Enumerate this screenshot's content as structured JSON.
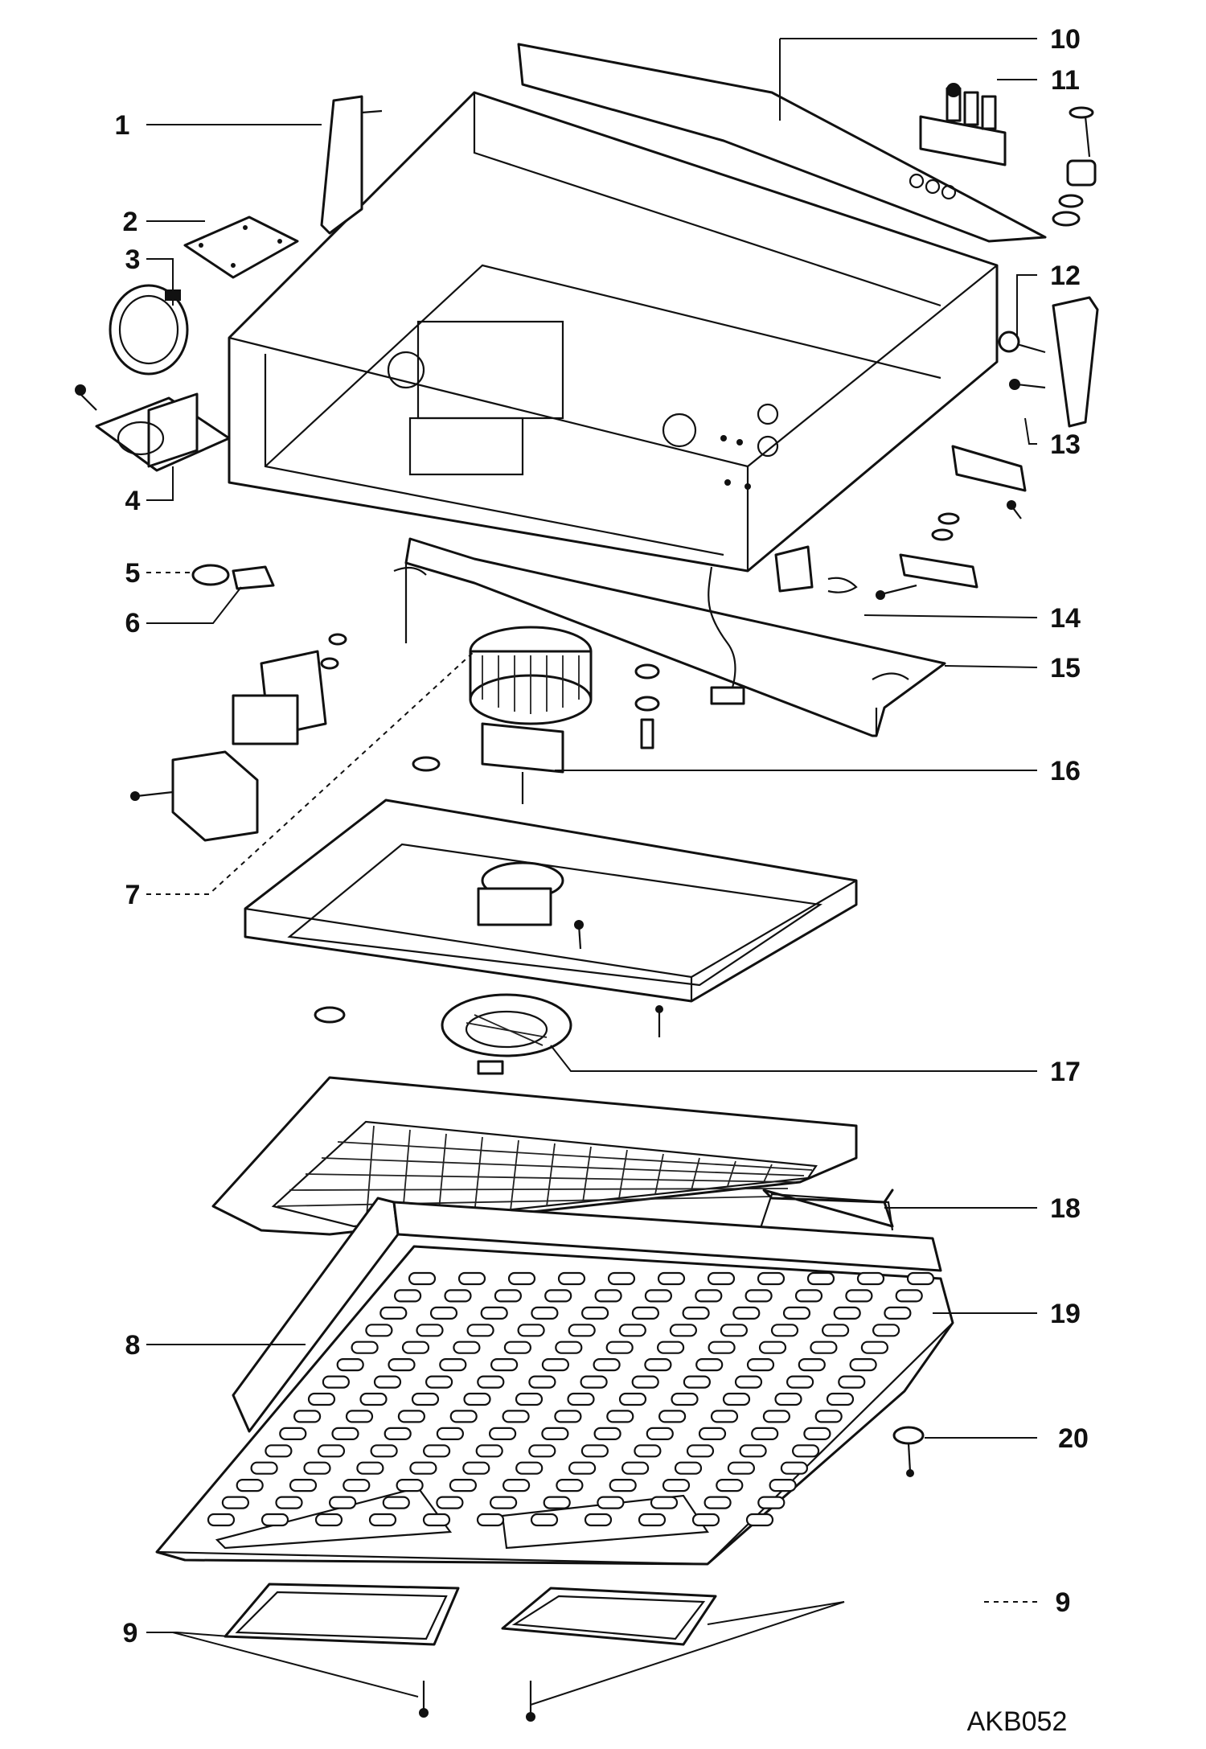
{
  "diagram": {
    "callouts": [
      "1",
      "2",
      "3",
      "4",
      "5",
      "6",
      "7",
      "8",
      "9",
      "10",
      "11",
      "12",
      "13",
      "14",
      "15",
      "16",
      "17",
      "18",
      "19",
      "20",
      "9"
    ],
    "drawing_code": "AKB052"
  }
}
